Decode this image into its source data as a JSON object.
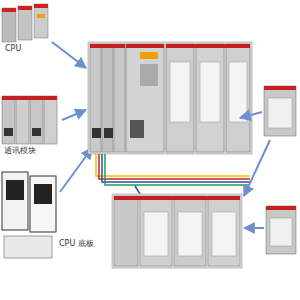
{
  "diagram": {
    "labels": [
      "CPU",
      "通讯模块",
      "CPU 底板"
    ]
  }
}
